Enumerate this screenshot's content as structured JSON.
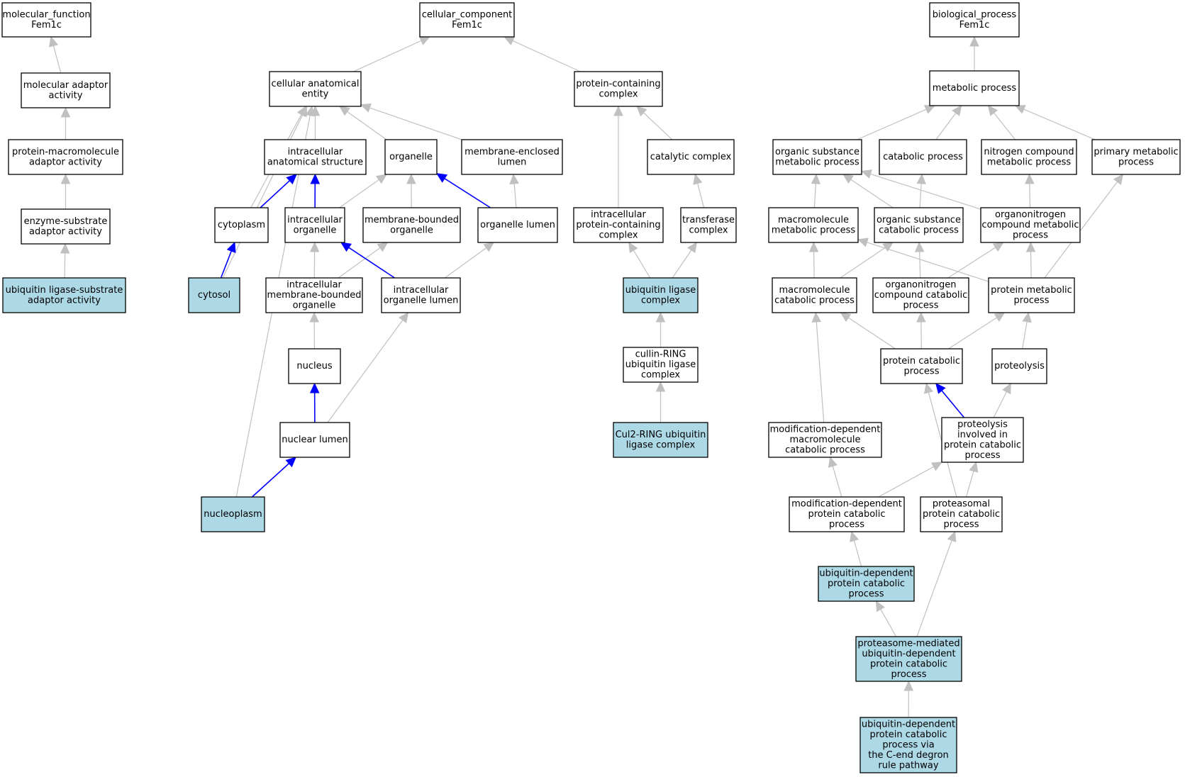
{
  "colors": {
    "default_fill": "#ffffff",
    "highlight_fill": "#add8e6",
    "border": "#000000",
    "edge_gray": "#c0c0c0",
    "edge_blue": "#0000ff"
  },
  "nodes": [
    {
      "id": "mf",
      "lines": [
        "molecular_function",
        "Fem1c"
      ],
      "highlighted": false
    },
    {
      "id": "mf_ada",
      "lines": [
        "molecular adaptor",
        "activity"
      ],
      "highlighted": false
    },
    {
      "id": "mf_pmm",
      "lines": [
        "protein-macromolecule",
        "adaptor activity"
      ],
      "highlighted": false
    },
    {
      "id": "mf_esa",
      "lines": [
        "enzyme-substrate",
        "adaptor activity"
      ],
      "highlighted": false
    },
    {
      "id": "mf_uls",
      "lines": [
        "ubiquitin ligase-substrate",
        "adaptor activity"
      ],
      "highlighted": true
    },
    {
      "id": "cc",
      "lines": [
        "cellular_component",
        "Fem1c"
      ],
      "highlighted": false
    },
    {
      "id": "cc_cae",
      "lines": [
        "cellular anatomical",
        "entity"
      ],
      "highlighted": false
    },
    {
      "id": "cc_pcc",
      "lines": [
        "protein-containing",
        "complex"
      ],
      "highlighted": false
    },
    {
      "id": "cc_ias",
      "lines": [
        "intracellular",
        "anatomical structure"
      ],
      "highlighted": false
    },
    {
      "id": "cc_org",
      "lines": [
        "organelle"
      ],
      "highlighted": false
    },
    {
      "id": "cc_mel",
      "lines": [
        "membrane-enclosed",
        "lumen"
      ],
      "highlighted": false
    },
    {
      "id": "cc_cat",
      "lines": [
        "catalytic complex"
      ],
      "highlighted": false
    },
    {
      "id": "cc_cyt",
      "lines": [
        "cytoplasm"
      ],
      "highlighted": false
    },
    {
      "id": "cc_io",
      "lines": [
        "intracellular",
        "organelle"
      ],
      "highlighted": false
    },
    {
      "id": "cc_mbo",
      "lines": [
        "membrane-bounded",
        "organelle"
      ],
      "highlighted": false
    },
    {
      "id": "cc_ol",
      "lines": [
        "organelle lumen"
      ],
      "highlighted": false
    },
    {
      "id": "cc_ipc",
      "lines": [
        "intracellular",
        "protein-containing",
        "complex"
      ],
      "highlighted": false
    },
    {
      "id": "cc_tc",
      "lines": [
        "transferase",
        "complex"
      ],
      "highlighted": false
    },
    {
      "id": "cc_cytosol",
      "lines": [
        "cytosol"
      ],
      "highlighted": true
    },
    {
      "id": "cc_imbo",
      "lines": [
        "intracellular",
        "membrane-bounded",
        "organelle"
      ],
      "highlighted": false
    },
    {
      "id": "cc_iol",
      "lines": [
        "intracellular",
        "organelle lumen"
      ],
      "highlighted": false
    },
    {
      "id": "cc_ulc",
      "lines": [
        "ubiquitin ligase",
        "complex"
      ],
      "highlighted": true
    },
    {
      "id": "cc_nuc",
      "lines": [
        "nucleus"
      ],
      "highlighted": false
    },
    {
      "id": "cc_crl",
      "lines": [
        "cullin-RING",
        "ubiquitin ligase",
        "complex"
      ],
      "highlighted": false
    },
    {
      "id": "cc_nl",
      "lines": [
        "nuclear lumen"
      ],
      "highlighted": false
    },
    {
      "id": "cc_cul2",
      "lines": [
        "Cul2-RING ubiquitin",
        "ligase complex"
      ],
      "highlighted": true
    },
    {
      "id": "cc_np",
      "lines": [
        "nucleoplasm"
      ],
      "highlighted": true
    },
    {
      "id": "bp",
      "lines": [
        "biological_process",
        "Fem1c"
      ],
      "highlighted": false
    },
    {
      "id": "bp_met",
      "lines": [
        "metabolic process"
      ],
      "highlighted": false
    },
    {
      "id": "bp_osm",
      "lines": [
        "organic substance",
        "metabolic process"
      ],
      "highlighted": false
    },
    {
      "id": "bp_cat",
      "lines": [
        "catabolic process"
      ],
      "highlighted": false
    },
    {
      "id": "bp_ncm",
      "lines": [
        "nitrogen compound",
        "metabolic process"
      ],
      "highlighted": false
    },
    {
      "id": "bp_pmp",
      "lines": [
        "primary metabolic",
        "process"
      ],
      "highlighted": false
    },
    {
      "id": "bp_mmp",
      "lines": [
        "macromolecule",
        "metabolic process"
      ],
      "highlighted": false
    },
    {
      "id": "bp_osc",
      "lines": [
        "organic substance",
        "catabolic process"
      ],
      "highlighted": false
    },
    {
      "id": "bp_ocm",
      "lines": [
        "organonitrogen",
        "compound metabolic",
        "process"
      ],
      "highlighted": false
    },
    {
      "id": "bp_mcp",
      "lines": [
        "macromolecule",
        "catabolic process"
      ],
      "highlighted": false
    },
    {
      "id": "bp_occ",
      "lines": [
        "organonitrogen",
        "compound catabolic",
        "process"
      ],
      "highlighted": false
    },
    {
      "id": "bp_prm",
      "lines": [
        "protein metabolic",
        "process"
      ],
      "highlighted": false
    },
    {
      "id": "bp_pcp",
      "lines": [
        "protein catabolic",
        "process"
      ],
      "highlighted": false
    },
    {
      "id": "bp_prot",
      "lines": [
        "proteolysis"
      ],
      "highlighted": false
    },
    {
      "id": "bp_mdm",
      "lines": [
        "modification-dependent",
        "macromolecule",
        "catabolic process"
      ],
      "highlighted": false
    },
    {
      "id": "bp_pipc",
      "lines": [
        "proteolysis",
        "involved in",
        "protein catabolic",
        "process"
      ],
      "highlighted": false
    },
    {
      "id": "bp_mdp",
      "lines": [
        "modification-dependent",
        "protein catabolic",
        "process"
      ],
      "highlighted": false
    },
    {
      "id": "bp_ppc",
      "lines": [
        "proteasomal",
        "protein catabolic",
        "process"
      ],
      "highlighted": false
    },
    {
      "id": "bp_udp",
      "lines": [
        "ubiquitin-dependent",
        "protein catabolic",
        "process"
      ],
      "highlighted": true
    },
    {
      "id": "bp_pmu",
      "lines": [
        "proteasome-mediated",
        "ubiquitin-dependent",
        "protein catabolic",
        "process"
      ],
      "highlighted": true
    },
    {
      "id": "bp_cend",
      "lines": [
        "ubiquitin-dependent",
        "protein catabolic",
        "process via",
        "the C-end degron",
        "rule pathway"
      ],
      "highlighted": true
    }
  ],
  "edges": [
    {
      "from": "mf_ada",
      "to": "mf",
      "color": "gray"
    },
    {
      "from": "mf_pmm",
      "to": "mf_ada",
      "color": "gray"
    },
    {
      "from": "mf_esa",
      "to": "mf_pmm",
      "color": "gray"
    },
    {
      "from": "mf_uls",
      "to": "mf_esa",
      "color": "gray"
    },
    {
      "from": "cc_cae",
      "to": "cc",
      "color": "gray"
    },
    {
      "from": "cc_pcc",
      "to": "cc",
      "color": "gray"
    },
    {
      "from": "cc_ias",
      "to": "cc_cae",
      "color": "gray"
    },
    {
      "from": "cc_org",
      "to": "cc_cae",
      "color": "gray"
    },
    {
      "from": "cc_mel",
      "to": "cc_cae",
      "color": "gray"
    },
    {
      "from": "cc_cyt",
      "to": "cc_cae",
      "color": "gray"
    },
    {
      "from": "cc_cytosol",
      "to": "cc_cae",
      "color": "gray"
    },
    {
      "from": "cc_np",
      "to": "cc_cae",
      "color": "gray"
    },
    {
      "from": "cc_cyt",
      "to": "cc_ias",
      "color": "blue"
    },
    {
      "from": "cc_io",
      "to": "cc_ias",
      "color": "blue"
    },
    {
      "from": "cc_io",
      "to": "cc_org",
      "color": "gray"
    },
    {
      "from": "cc_mbo",
      "to": "cc_org",
      "color": "gray"
    },
    {
      "from": "cc_ol",
      "to": "cc_org",
      "color": "blue"
    },
    {
      "from": "cc_ol",
      "to": "cc_mel",
      "color": "gray"
    },
    {
      "from": "cc_cat",
      "to": "cc_pcc",
      "color": "gray"
    },
    {
      "from": "cc_ipc",
      "to": "cc_pcc",
      "color": "gray"
    },
    {
      "from": "cc_tc",
      "to": "cc_cat",
      "color": "gray"
    },
    {
      "from": "cc_cytosol",
      "to": "cc_cyt",
      "color": "blue"
    },
    {
      "from": "cc_imbo",
      "to": "cc_io",
      "color": "gray"
    },
    {
      "from": "cc_imbo",
      "to": "cc_mbo",
      "color": "gray"
    },
    {
      "from": "cc_iol",
      "to": "cc_io",
      "color": "blue"
    },
    {
      "from": "cc_iol",
      "to": "cc_ol",
      "color": "gray"
    },
    {
      "from": "cc_ulc",
      "to": "cc_ipc",
      "color": "gray"
    },
    {
      "from": "cc_ulc",
      "to": "cc_tc",
      "color": "gray"
    },
    {
      "from": "cc_nuc",
      "to": "cc_imbo",
      "color": "gray"
    },
    {
      "from": "cc_crl",
      "to": "cc_ulc",
      "color": "gray"
    },
    {
      "from": "cc_nl",
      "to": "cc_nuc",
      "color": "blue"
    },
    {
      "from": "cc_nl",
      "to": "cc_iol",
      "color": "gray"
    },
    {
      "from": "cc_cul2",
      "to": "cc_crl",
      "color": "gray"
    },
    {
      "from": "cc_np",
      "to": "cc_nl",
      "color": "blue"
    },
    {
      "from": "bp_met",
      "to": "bp",
      "color": "gray"
    },
    {
      "from": "bp_osm",
      "to": "bp_met",
      "color": "gray"
    },
    {
      "from": "bp_cat",
      "to": "bp_met",
      "color": "gray"
    },
    {
      "from": "bp_ncm",
      "to": "bp_met",
      "color": "gray"
    },
    {
      "from": "bp_pmp",
      "to": "bp_met",
      "color": "gray"
    },
    {
      "from": "bp_mmp",
      "to": "bp_osm",
      "color": "gray"
    },
    {
      "from": "bp_osc",
      "to": "bp_osm",
      "color": "gray"
    },
    {
      "from": "bp_osc",
      "to": "bp_cat",
      "color": "gray"
    },
    {
      "from": "bp_ocm",
      "to": "bp_osm",
      "color": "gray"
    },
    {
      "from": "bp_ocm",
      "to": "bp_ncm",
      "color": "gray"
    },
    {
      "from": "bp_mcp",
      "to": "bp_mmp",
      "color": "gray"
    },
    {
      "from": "bp_mcp",
      "to": "bp_osc",
      "color": "gray"
    },
    {
      "from": "bp_occ",
      "to": "bp_osc",
      "color": "gray"
    },
    {
      "from": "bp_occ",
      "to": "bp_ocm",
      "color": "gray"
    },
    {
      "from": "bp_prm",
      "to": "bp_mmp",
      "color": "gray"
    },
    {
      "from": "bp_prm",
      "to": "bp_ocm",
      "color": "gray"
    },
    {
      "from": "bp_prm",
      "to": "bp_pmp",
      "color": "gray"
    },
    {
      "from": "bp_pcp",
      "to": "bp_mcp",
      "color": "gray"
    },
    {
      "from": "bp_pcp",
      "to": "bp_occ",
      "color": "gray"
    },
    {
      "from": "bp_pcp",
      "to": "bp_prm",
      "color": "gray"
    },
    {
      "from": "bp_prot",
      "to": "bp_prm",
      "color": "gray"
    },
    {
      "from": "bp_mdm",
      "to": "bp_mcp",
      "color": "gray"
    },
    {
      "from": "bp_pipc",
      "to": "bp_pcp",
      "color": "blue"
    },
    {
      "from": "bp_pipc",
      "to": "bp_prot",
      "color": "gray"
    },
    {
      "from": "bp_mdp",
      "to": "bp_mdm",
      "color": "gray"
    },
    {
      "from": "bp_mdp",
      "to": "bp_pipc",
      "color": "gray"
    },
    {
      "from": "bp_ppc",
      "to": "bp_pcp",
      "color": "gray"
    },
    {
      "from": "bp_ppc",
      "to": "bp_pipc",
      "color": "gray"
    },
    {
      "from": "bp_udp",
      "to": "bp_mdp",
      "color": "gray"
    },
    {
      "from": "bp_pmu",
      "to": "bp_udp",
      "color": "gray"
    },
    {
      "from": "bp_pmu",
      "to": "bp_ppc",
      "color": "gray"
    },
    {
      "from": "bp_cend",
      "to": "bp_pmu",
      "color": "gray"
    }
  ]
}
